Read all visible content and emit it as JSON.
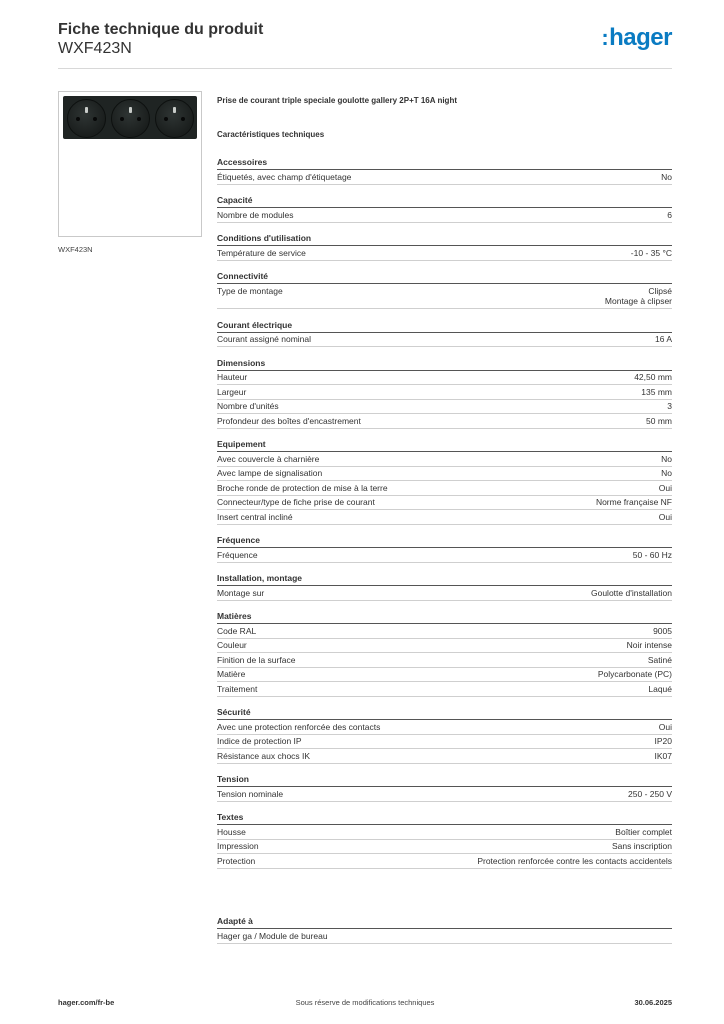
{
  "header": {
    "title": "Fiche technique du produit",
    "reference": "WXF423N",
    "logo_text": "hager",
    "logo_color": "#0a7bc2"
  },
  "product": {
    "image_caption": "WXF423N",
    "description": "Prise de courant triple speciale goulotte gallery 2P+T 16A night",
    "tech_heading": "Caractéristiques techniques"
  },
  "sections": [
    {
      "title": "Accessoires",
      "rows": [
        {
          "label": "Étiquetés, avec champ d'étiquetage",
          "value": "No"
        }
      ]
    },
    {
      "title": "Capacité",
      "rows": [
        {
          "label": "Nombre de modules",
          "value": "6"
        }
      ]
    },
    {
      "title": "Conditions d'utilisation",
      "rows": [
        {
          "label": "Température de service",
          "value": "-10 - 35 °C"
        }
      ]
    },
    {
      "title": "Connectivité",
      "rows": [
        {
          "label": "Type de montage",
          "value": "Clipsé\nMontage à clipser"
        }
      ]
    },
    {
      "title": "Courant électrique",
      "rows": [
        {
          "label": "Courant assigné nominal",
          "value": "16 A"
        }
      ]
    },
    {
      "title": "Dimensions",
      "rows": [
        {
          "label": "Hauteur",
          "value": "42,50 mm"
        },
        {
          "label": "Largeur",
          "value": "135 mm"
        },
        {
          "label": "Nombre d'unités",
          "value": "3"
        },
        {
          "label": "Profondeur des boîtes d'encastrement",
          "value": "50 mm"
        }
      ]
    },
    {
      "title": "Equipement",
      "rows": [
        {
          "label": "Avec couvercle à charnière",
          "value": "No"
        },
        {
          "label": "Avec lampe de signalisation",
          "value": "No"
        },
        {
          "label": "Broche ronde de protection de mise à la terre",
          "value": "Oui"
        },
        {
          "label": "Connecteur/type de fiche prise de courant",
          "value": "Norme française NF"
        },
        {
          "label": "Insert central incliné",
          "value": "Oui"
        }
      ]
    },
    {
      "title": "Fréquence",
      "rows": [
        {
          "label": "Fréquence",
          "value": "50 - 60 Hz"
        }
      ]
    },
    {
      "title": "Installation, montage",
      "rows": [
        {
          "label": "Montage sur",
          "value": "Goulotte d'installation"
        }
      ]
    },
    {
      "title": "Matières",
      "rows": [
        {
          "label": "Code RAL",
          "value": "9005"
        },
        {
          "label": "Couleur",
          "value": "Noir intense"
        },
        {
          "label": "Finition de la surface",
          "value": "Satiné"
        },
        {
          "label": "Matière",
          "value": "Polycarbonate (PC)"
        },
        {
          "label": "Traitement",
          "value": "Laqué"
        }
      ]
    },
    {
      "title": "Sécurité",
      "rows": [
        {
          "label": "Avec une protection renforcée des contacts",
          "value": "Oui"
        },
        {
          "label": "Indice de protection IP",
          "value": "IP20"
        },
        {
          "label": "Résistance aux chocs IK",
          "value": "IK07"
        }
      ]
    },
    {
      "title": "Tension",
      "rows": [
        {
          "label": "Tension nominale",
          "value": "250 - 250 V"
        }
      ]
    },
    {
      "title": "Textes",
      "rows": [
        {
          "label": "Housse",
          "value": "Boîtier complet"
        },
        {
          "label": "Impression",
          "value": "Sans inscription"
        },
        {
          "label": "Protection",
          "value": "Protection renforcée contre les contacts accidentels"
        }
      ]
    }
  ],
  "adapted": {
    "title": "Adapté à",
    "rows": [
      {
        "label": "Hager ga / Module de bureau",
        "value": ""
      }
    ]
  },
  "footer": {
    "website": "hager.com/fr-be",
    "disclaimer": "Sous réserve de modifications techniques",
    "date": "30.06.2025"
  }
}
